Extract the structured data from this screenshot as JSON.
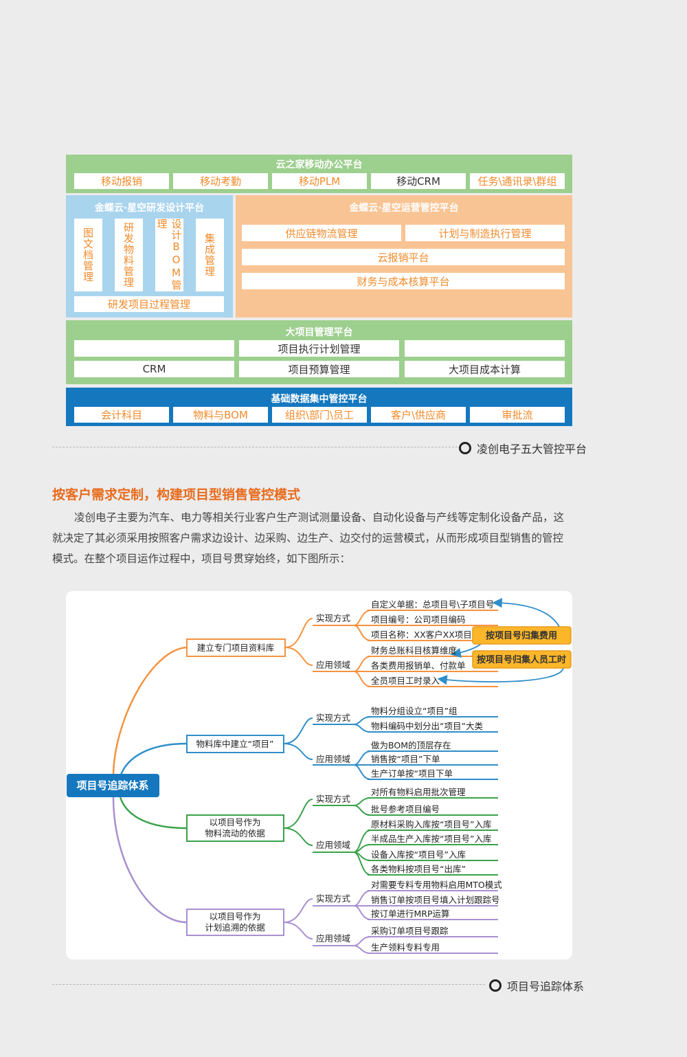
{
  "colors": {
    "green": "#9dcf8e",
    "light_blue": "#a9d4ee",
    "orange": "#f9c493",
    "dark_blue": "#1578bf",
    "orange_text": "#f08a2a",
    "title_orange": "#e86b1c",
    "mind_orange": "#f5923e",
    "mind_blue": "#2e8ec9",
    "mind_green": "#3aa24a",
    "mind_purple": "#a98fd0"
  },
  "platforms": {
    "mobile_title": "云之家移动办公平台",
    "mobile_items": [
      "移动报销",
      "移动考勤",
      "移动PLM",
      "移动CRM",
      "任务\\通讯录\\群组"
    ],
    "rd_title": "金蝶云·星空研发设计平台",
    "rd_items": [
      "图文档管理",
      "研发物料管理",
      "设计BOM管理",
      "集成管理"
    ],
    "rd_bottom": "研发项目过程管理",
    "ops_title": "金蝶云·星空运营管控平台",
    "ops_row1": [
      "供应链物流管理",
      "计划与制造执行管理"
    ],
    "ops_row2": "云报销平台",
    "ops_row3": "财务与成本核算平台",
    "project_title": "大项目管理平台",
    "project_row1": [
      "",
      "项目执行计划管理",
      ""
    ],
    "project_row2": [
      "CRM",
      "项目预算管理",
      "大项目成本计算"
    ],
    "base_title": "基础数据集中管控平台",
    "base_items": [
      "会计科目",
      "物料与BOM",
      "组织\\部门\\员工",
      "客户\\供应商",
      "审批流"
    ]
  },
  "caption1": "凌创电子五大管控平台",
  "section_title": "按客户需求定制，构建项目型销售管控模式",
  "paragraph": [
    "凌创电子主要为汽车、电力等相关行业客户生产测试测量设备、自动化设备与产线等定制化设备产品，这",
    "就决定了其必须采用按照客户需求边设计、边采购、边生产、边交付的运营模式，从而形成项目型销售的管控",
    "模式。在整个项目运作过程中，项目号贯穿始终，如下图所示："
  ],
  "mindmap": {
    "root": "项目号追踪体系",
    "branches": [
      {
        "label": "建立专门项目资料库",
        "groups": [
          {
            "label": "实现方式",
            "leaves": [
              "自定义单据：总项目号\\子项目号",
              "项目编号：公司项目编码",
              "项目名称：XX客户XX项目"
            ]
          },
          {
            "label": "应用领域",
            "leaves": [
              "财务总账科目核算维度",
              "各类费用报销单、付款单",
              "全员项目工时录入"
            ]
          }
        ]
      },
      {
        "label": "物料库中建立“项目”",
        "groups": [
          {
            "label": "实现方式",
            "leaves": [
              "物料分组设立“项目”组",
              "物料编码中划分出“项目”大类"
            ]
          },
          {
            "label": "应用领域",
            "leaves": [
              "做为BOM的顶层存在",
              "销售按“项目”下单",
              "生产订单按“项目下单"
            ]
          }
        ]
      },
      {
        "label_lines": [
          "以项目号作为",
          "物料流动的依据"
        ],
        "groups": [
          {
            "label": "实现方式",
            "leaves": [
              "对所有物料启用批次管理",
              "批号参考项目编号"
            ]
          },
          {
            "label": "应用领域",
            "leaves": [
              "原材料采购入库按“项目号”入库",
              "半成品生产入库按“项目号”入库",
              "设备入库按“项目号”入库",
              "各类物料按项目号“出库”"
            ]
          }
        ]
      },
      {
        "label_lines": [
          "以项目号作为",
          "计划追溯的依据"
        ],
        "groups": [
          {
            "label": "实现方式",
            "leaves": [
              "对需要专料专用物料启用MTO模式",
              "销售订单按项目号填入计划跟踪号",
              "按订单进行MRP运算"
            ]
          },
          {
            "label": "应用领域",
            "leaves": [
              "采购订单项目号跟踪",
              "生产领料专料专用"
            ]
          }
        ]
      }
    ],
    "callouts": [
      "按项目号归集费用",
      "按项目号归集人员工时"
    ]
  },
  "caption2": "项目号追踪体系"
}
